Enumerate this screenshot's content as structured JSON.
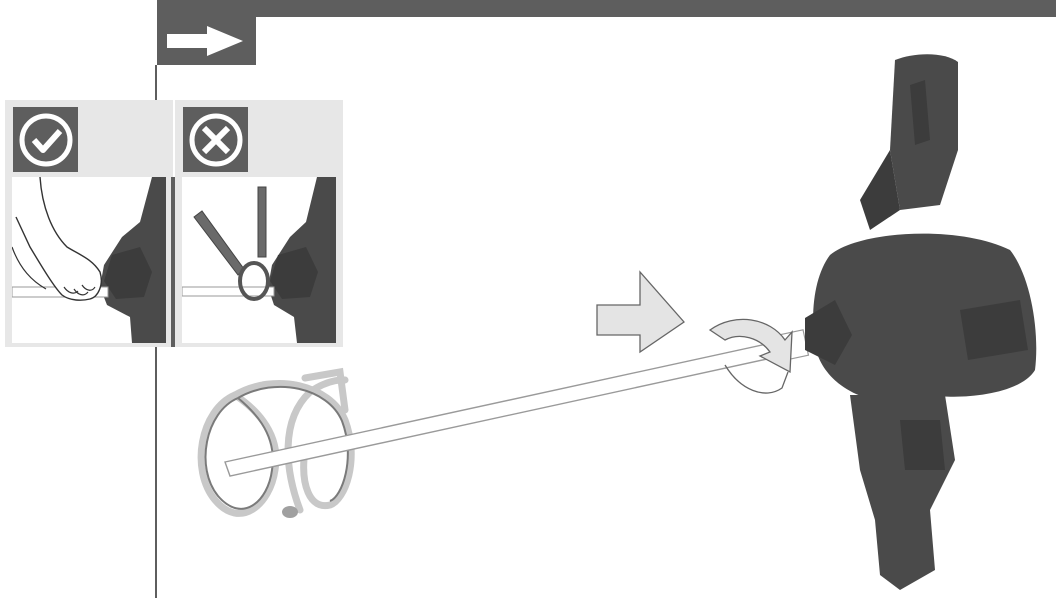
{
  "colors": {
    "dark_gray": "#5e5e5e",
    "panel_bg": "#e7e7e7",
    "tool_body": "#4a4a4a",
    "tool_shade": "#3c3c3c",
    "outline_light": "#c8c8c8",
    "arrow_fill": "#e4e4e4"
  },
  "icons": {
    "header": "right-arrow-icon",
    "correct": "check-circle-icon",
    "incorrect": "cross-circle-icon",
    "push": "push-arrow-icon",
    "rotate": "rotation-arrow-icon"
  },
  "illustration": {
    "correct_panel": "hand-tightening-by-hand",
    "incorrect_panel": "using-wrench",
    "main": "mixing-paddle-inserted-into-drill-mixer"
  }
}
